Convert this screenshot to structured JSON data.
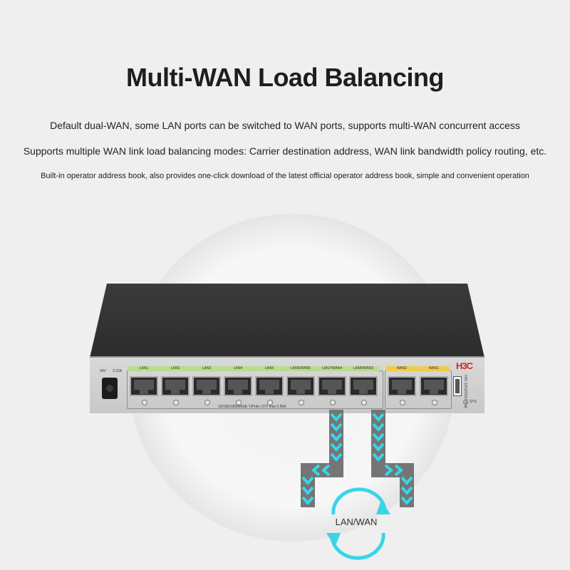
{
  "heading": {
    "title": "Multi-WAN Load Balancing",
    "line1": "Default dual-WAN, some LAN ports can be switched to WAN ports, supports multi-WAN concurrent access",
    "line2": "Supports multiple WAN link load balancing modes: Carrier destination address, WAN link bandwidth policy routing, etc.",
    "line3": "Built-in operator address book, also provides one-click download of the latest official operator address book, simple and convenient operation"
  },
  "device": {
    "brand": "H3C",
    "model": "H3C ER3200G3-PoE",
    "power_voltage": "54V",
    "power_current": "2.22A",
    "spec": "10/100/1000BASE-T(PoE+ 57V max 0.55A",
    "lan_ports": [
      "LAN1",
      "LAN2",
      "LAN3",
      "LAN4",
      "LAN5",
      "LAN6/WAN5",
      "LAN7/WAN4",
      "LAN8/WAN3"
    ],
    "wan_ports": [
      "WAN2",
      "WAN1"
    ],
    "sys_label": "SYS",
    "colors": {
      "lan_label": "#b9dc8e",
      "wan_label": "#f0cc4a",
      "brand": "#d32a2a",
      "arrow": "#3ad4e8"
    }
  },
  "diagram": {
    "swap_label": "LAN/WAN"
  }
}
